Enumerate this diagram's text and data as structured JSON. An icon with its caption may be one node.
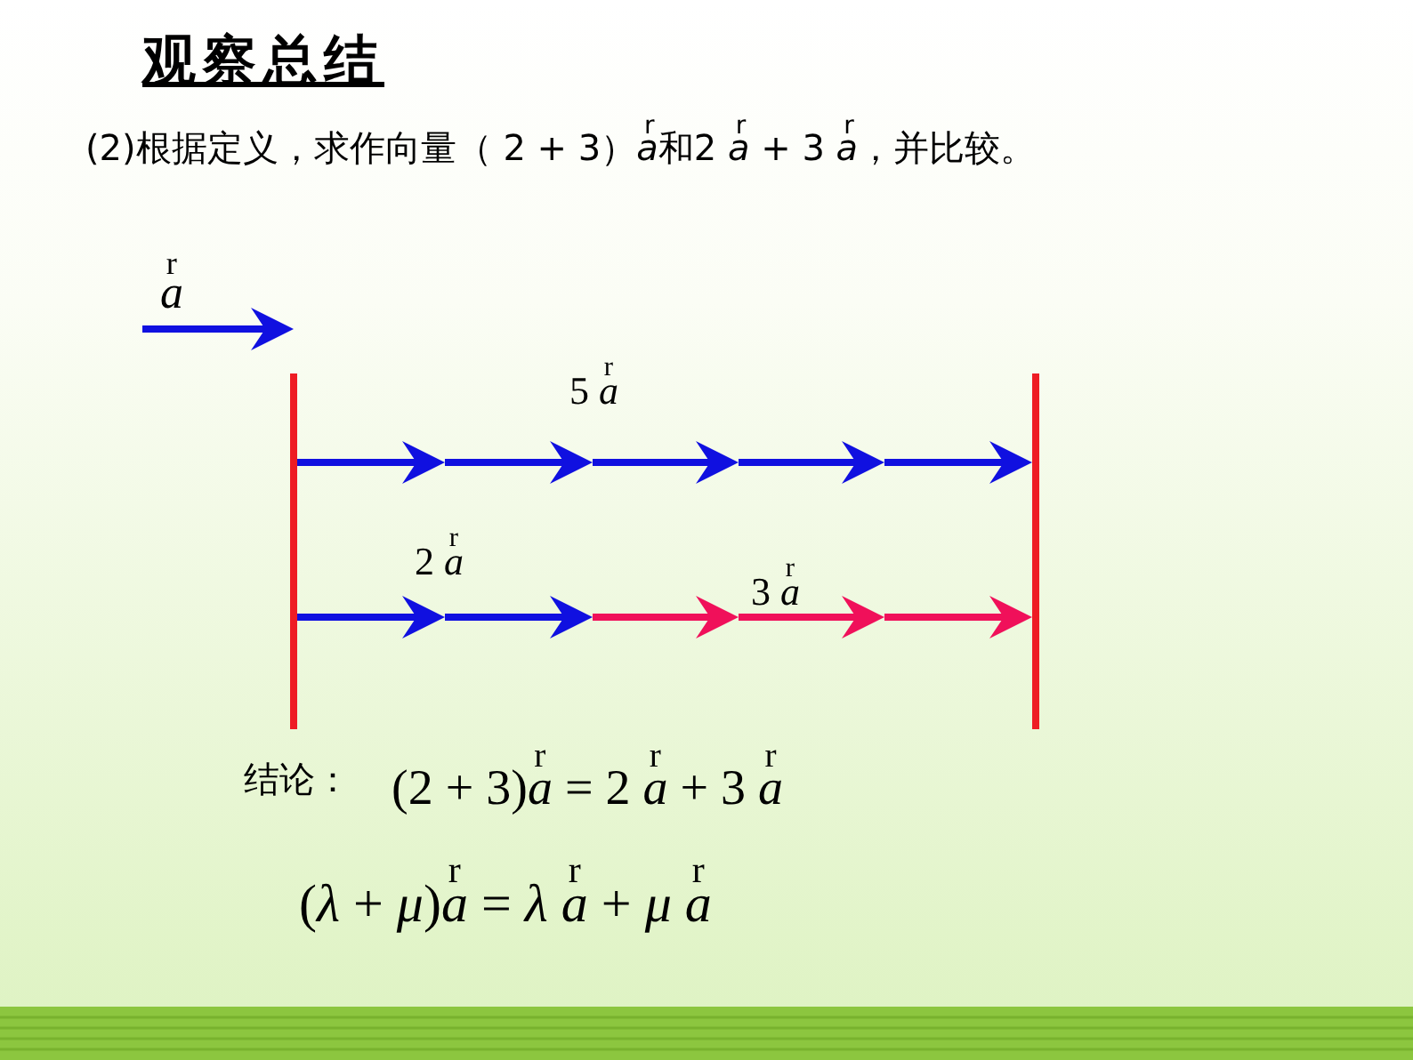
{
  "diagram": {
    "title": "观察总结",
    "labels": [
      "(2)根据定义，求作向量（ 2 + 3）*a*$^{r}$和2 *a*$^{r}$ + 3 *a*$^{r}$，并比较。",
      "*a*$^{r}$",
      "5 *a*$^{r}$",
      "2 *a*$^{r}$",
      "3 *a*$^{r}$",
      "结论：",
      "(2 + 3)*a*$^{r}$ = 2 *a*$^{r}$ + 3 *a*$^{r}$",
      "(*λ* + *μ*)*a*$^{r}$ = *λ* *a*$^{r}$ + *μ* *a*$^{r}$"
    ]
  }
}
